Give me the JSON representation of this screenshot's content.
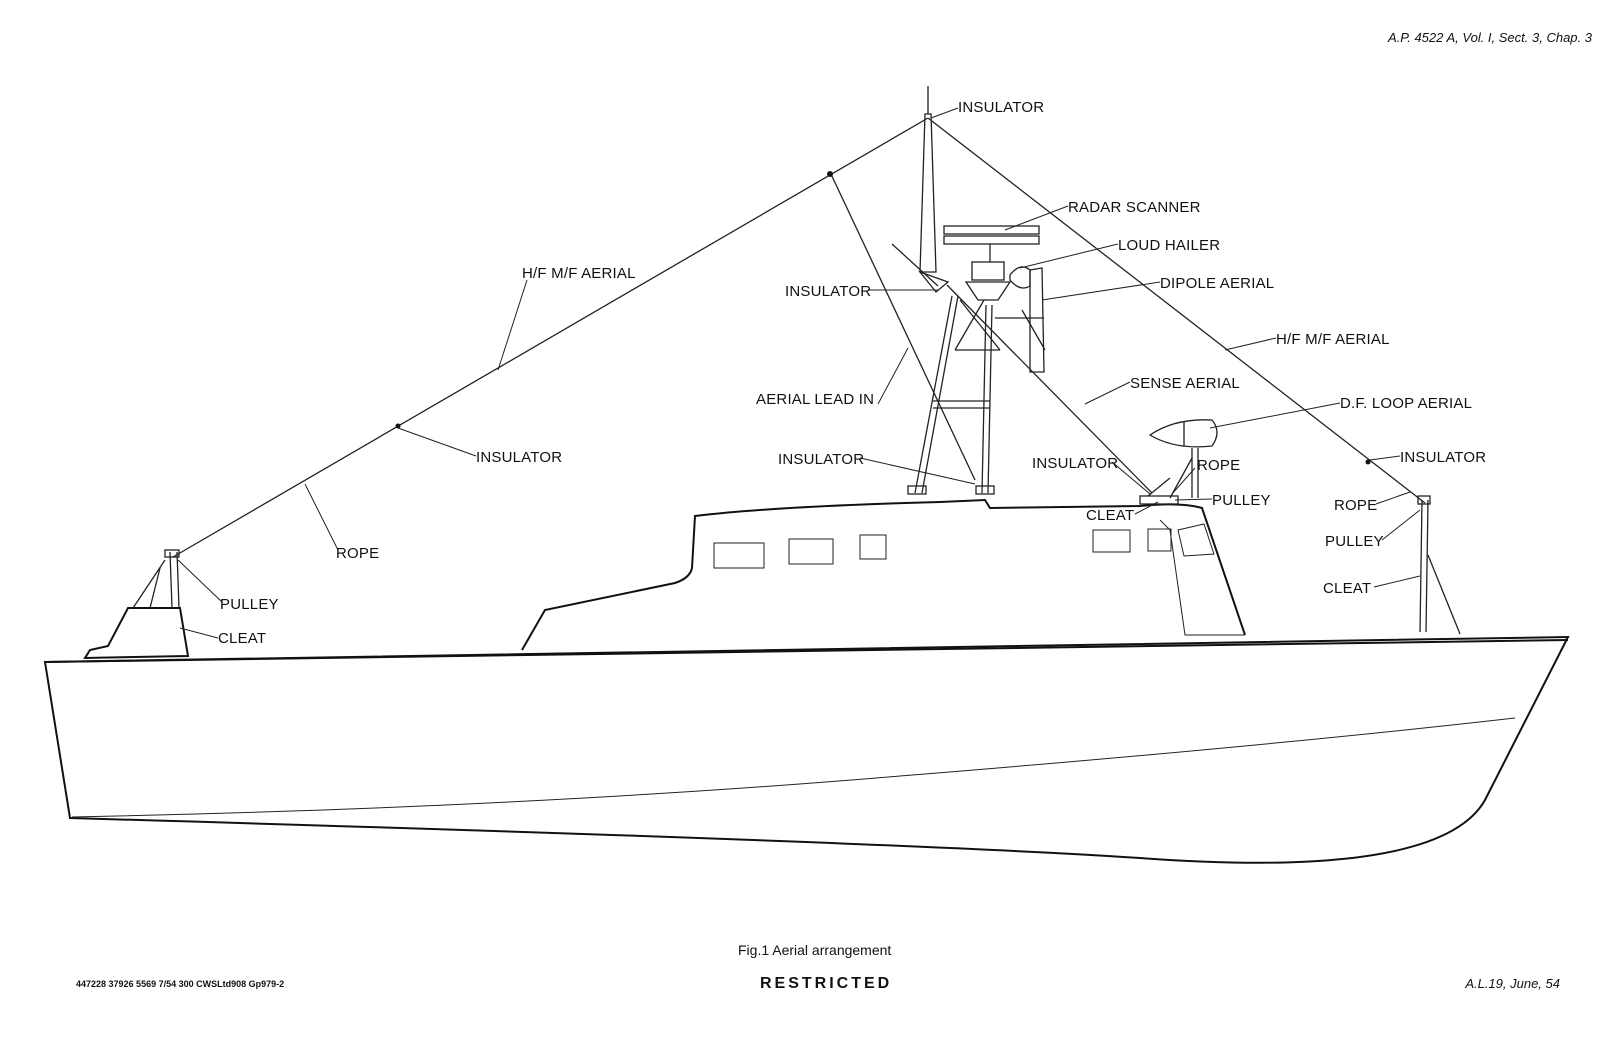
{
  "header": {
    "reference": "A.P. 4522 A, Vol. I, Sect. 3, Chap. 3"
  },
  "labels": {
    "insulator_mast": "INSULATOR",
    "radar_scanner": "RADAR SCANNER",
    "loud_hailer": "LOUD HAILER",
    "dipole_aerial": "DIPOLE AERIAL",
    "insulator_mid": "INSULATOR",
    "hf_mf_aerial_fwd": "H/F M/F AERIAL",
    "hf_mf_aerial_aft": "H/F M/F AERIAL",
    "sense_aerial": "SENSE AERIAL",
    "aerial_lead_in": "AERIAL LEAD IN",
    "df_loop_aerial": "D.F. LOOP AERIAL",
    "insulator_fwd": "INSULATOR",
    "insulator_deck": "INSULATOR",
    "insulator_bridge": "INSULATOR",
    "rope_bridge": "ROPE",
    "pulley_bridge": "PULLEY",
    "cleat_bridge": "CLEAT",
    "insulator_aft": "INSULATOR",
    "rope_aft": "ROPE",
    "pulley_aft": "PULLEY",
    "cleat_aft": "CLEAT",
    "rope_fwd": "ROPE",
    "pulley_fwd": "PULLEY",
    "cleat_fwd": "CLEAT"
  },
  "footer": {
    "caption": "Fig.1 Aerial arrangement",
    "classification": "RESTRICTED",
    "print_code": "447228 37926 5569 7/54 300 CWSLtd908 Gp979-2",
    "amendment": "A.L.19, June, 54"
  },
  "colors": {
    "ink": "#111111",
    "paper": "#ffffff"
  }
}
